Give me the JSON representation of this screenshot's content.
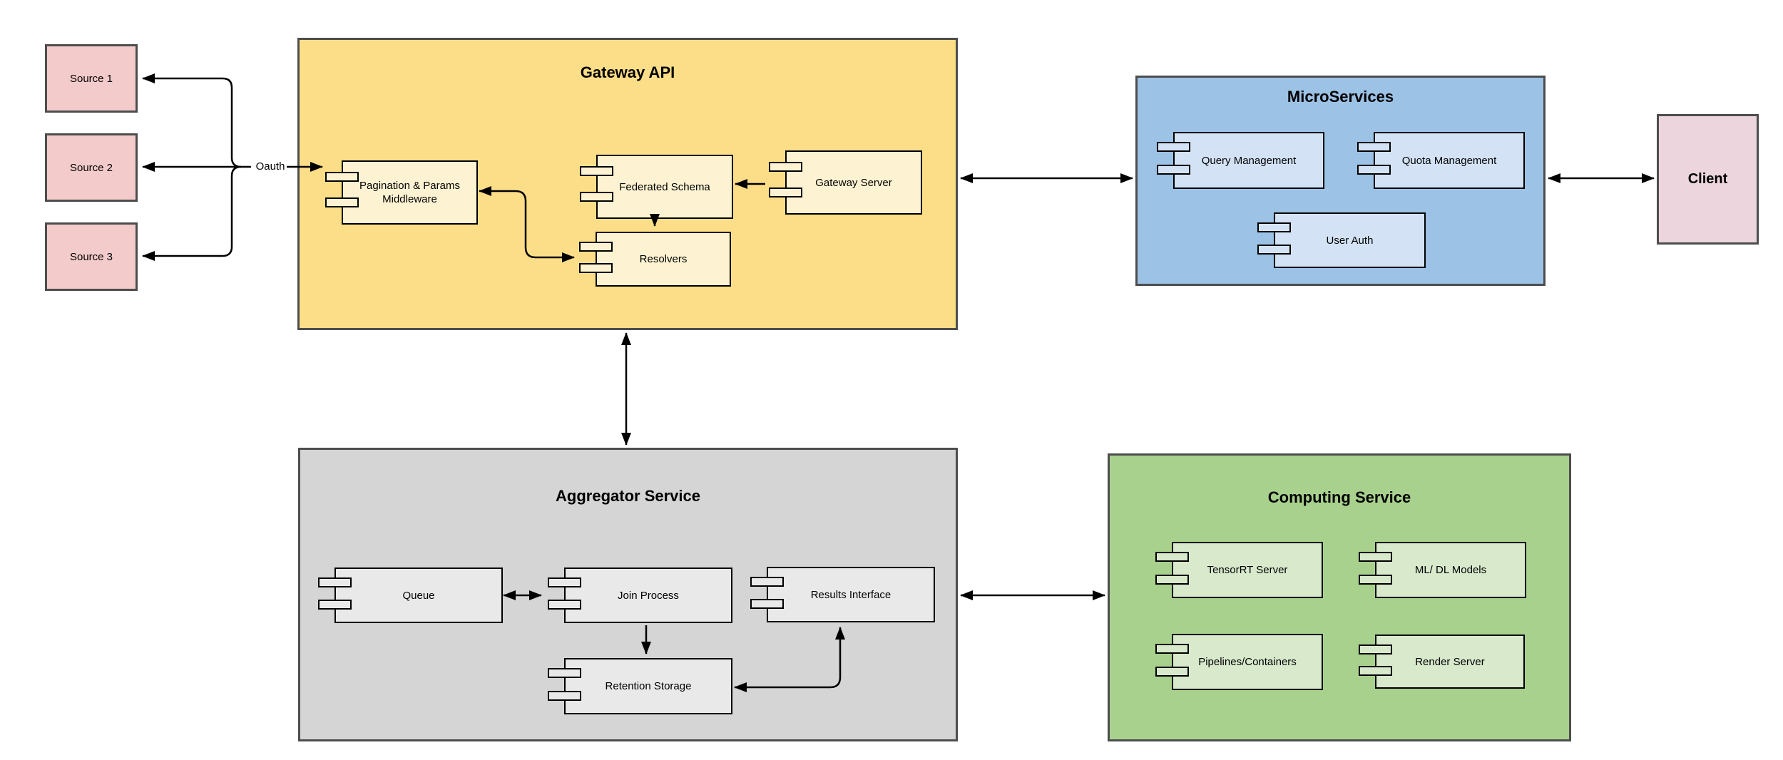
{
  "nodes": {
    "sources": [
      {
        "label": "Source 1"
      },
      {
        "label": "Source 2"
      },
      {
        "label": "Source 3"
      }
    ],
    "oauth_edge_label": "Oauth",
    "gateway": {
      "title": "Gateway API",
      "components": [
        {
          "label": "Pagination & Params Middleware"
        },
        {
          "label": "Federated Schema"
        },
        {
          "label": "Gateway Server"
        },
        {
          "label": "Resolvers"
        }
      ]
    },
    "microservices": {
      "title": "MicroServices",
      "components": [
        {
          "label": "Query Management"
        },
        {
          "label": "Quota Management"
        },
        {
          "label": "User Auth"
        }
      ]
    },
    "aggregator": {
      "title": "Aggregator Service",
      "components": [
        {
          "label": "Queue"
        },
        {
          "label": "Join Process"
        },
        {
          "label": "Results Interface"
        },
        {
          "label": "Retention Storage"
        }
      ]
    },
    "computing": {
      "title": "Computing Service",
      "components": [
        {
          "label": "TensorRT Server"
        },
        {
          "label": "ML/ DL Models"
        },
        {
          "label": "Pipelines/Containers"
        },
        {
          "label": "Render Server"
        }
      ]
    },
    "client": {
      "label": "Client"
    }
  },
  "colors": {
    "gateway_fill": "#fcde89",
    "gateway_comp_fill": "#fdf3d2",
    "micro_fill": "#9cc2e6",
    "micro_comp_fill": "#d3e3f5",
    "aggregator_fill": "#d5d5d5",
    "aggregator_comp_fill": "#e9e9e9",
    "computing_fill": "#a9d18e",
    "computing_comp_fill": "#d8e9cc",
    "source_fill": "#f3cbcb",
    "client_fill": "#ecd5dd",
    "line": "#000000",
    "container_border": "#4d4d4d"
  }
}
